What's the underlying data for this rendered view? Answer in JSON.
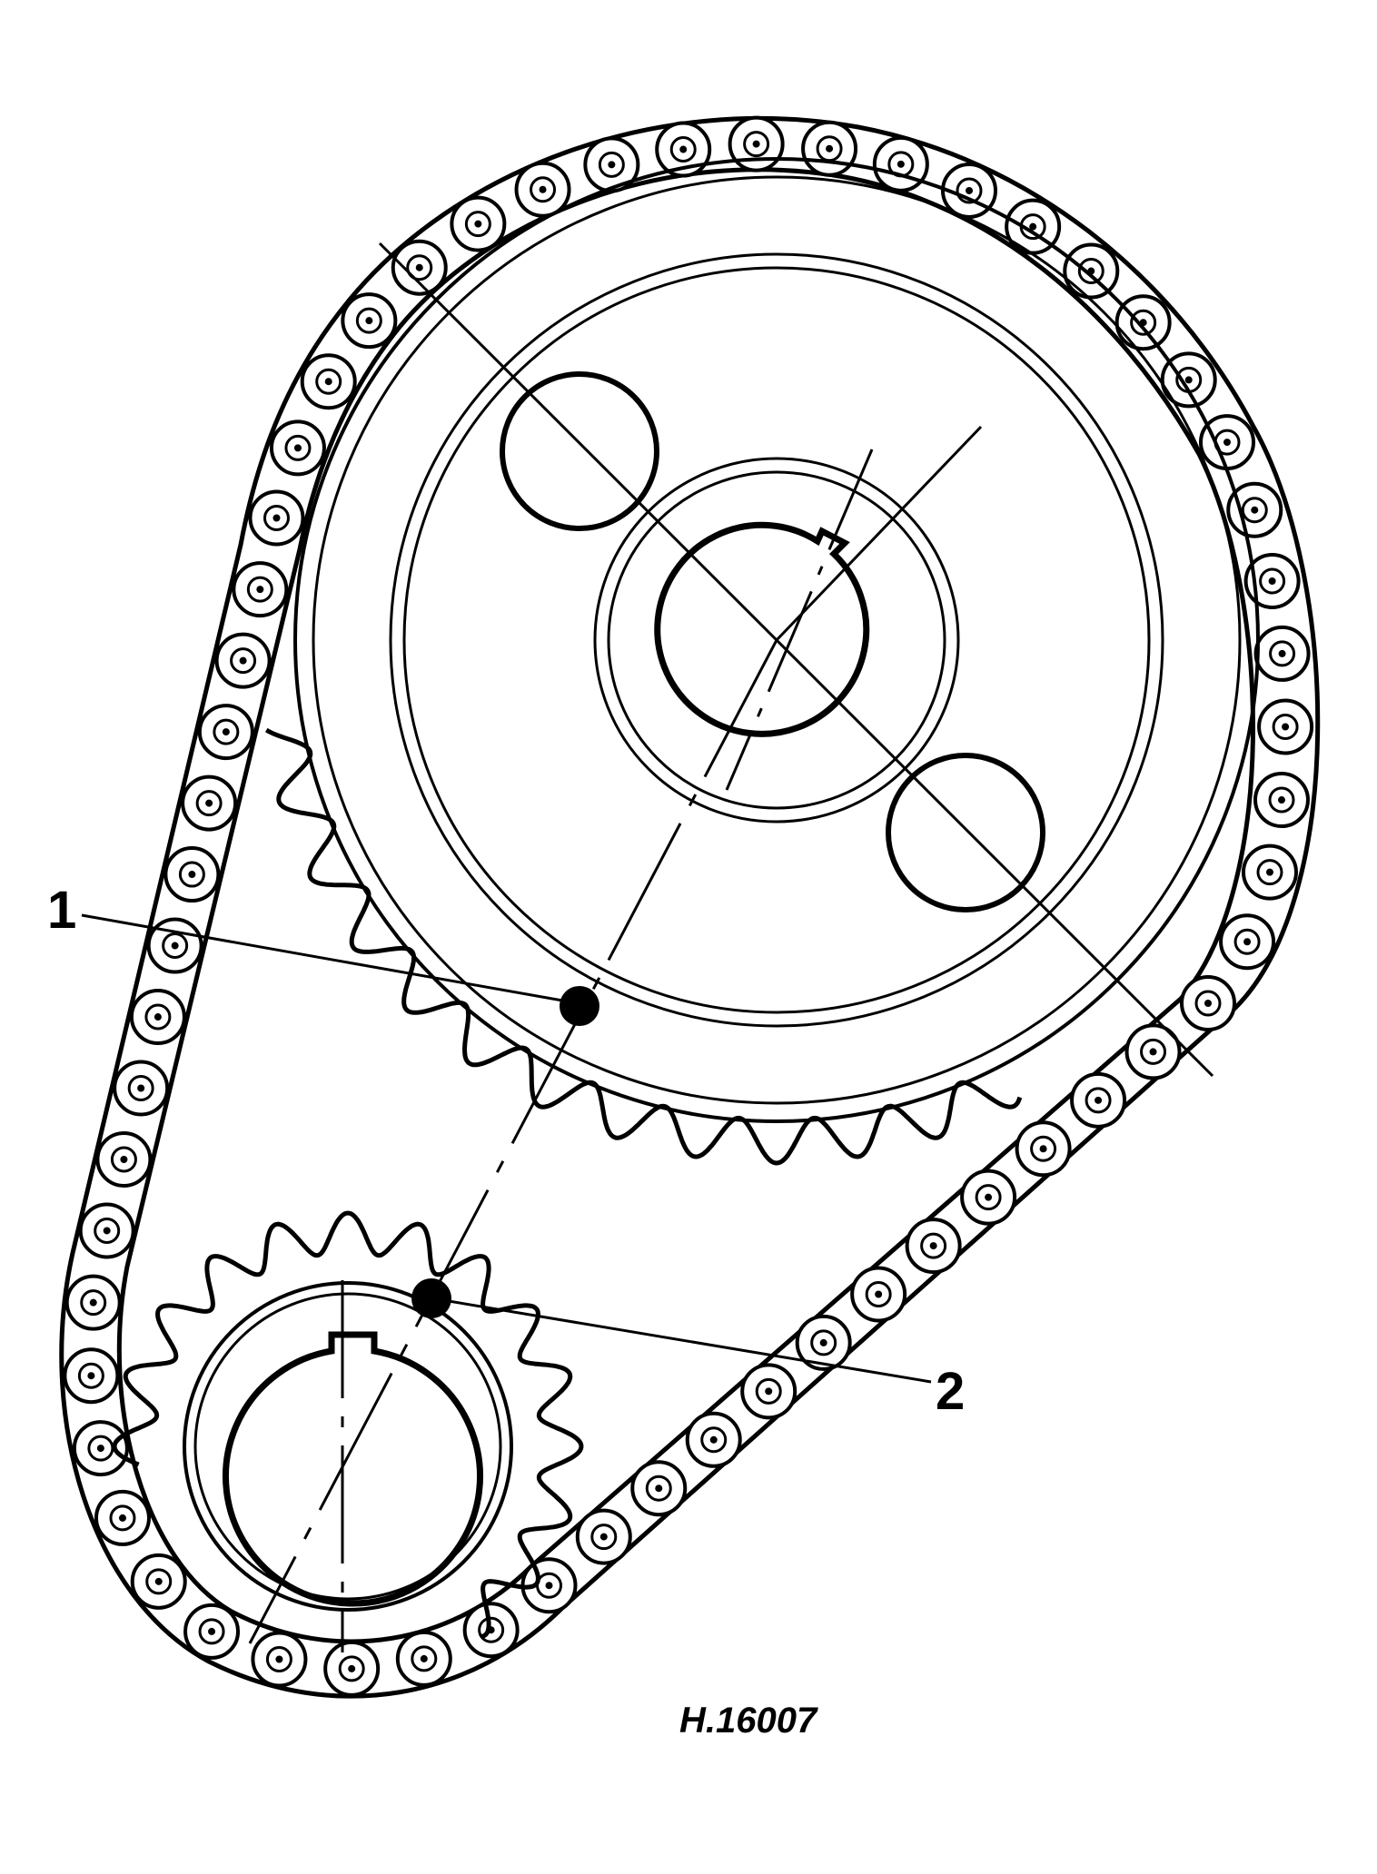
{
  "diagram": {
    "callouts": [
      {
        "id": "1",
        "label": "1"
      },
      {
        "id": "2",
        "label": "2"
      }
    ],
    "reference_code": "H.16007"
  },
  "colors": {
    "ink": "#000000",
    "paper": "#ffffff"
  }
}
